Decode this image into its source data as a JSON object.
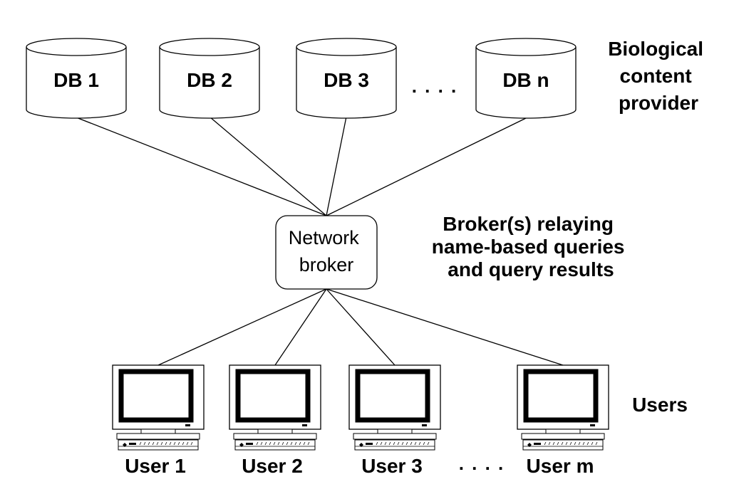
{
  "databases": [
    {
      "label": "DB 1"
    },
    {
      "label": "DB 2"
    },
    {
      "label": "DB 3"
    },
    {
      "label": "DB n"
    }
  ],
  "db_ellipsis": ". . . .",
  "provider_label": {
    "lines": [
      "Biological",
      "content",
      "provider"
    ]
  },
  "broker": {
    "lines": [
      "Network",
      "broker"
    ]
  },
  "broker_description": {
    "lines": [
      "Broker(s)  relaying",
      "name-based queries",
      "and query results"
    ]
  },
  "users": [
    {
      "label": "User  1"
    },
    {
      "label": "User  2"
    },
    {
      "label": "User  3"
    },
    {
      "label": "User  m"
    }
  ],
  "user_ellipsis": ". . . .",
  "users_label": "Users",
  "colors": {
    "stroke": "#000000",
    "fill": "#ffffff",
    "screen_bezel": "#000000"
  }
}
